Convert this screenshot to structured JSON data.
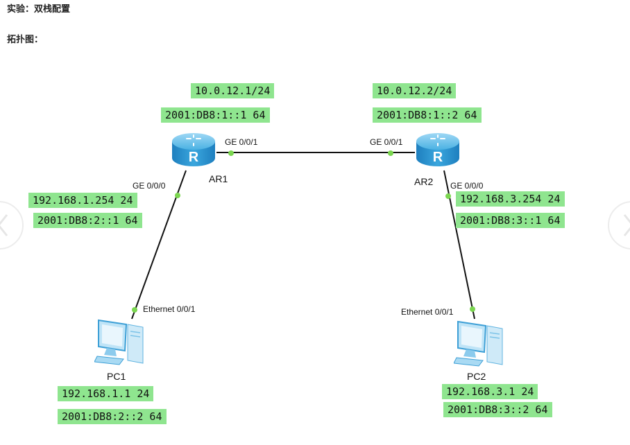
{
  "page": {
    "title": "实验：双栈配置",
    "subtitle": "拓扑图："
  },
  "colors": {
    "label_bg": "#8fe58f",
    "link": "#111111",
    "port_dot": "#7bd650",
    "router_blue": "#2f9fd8"
  },
  "devices": {
    "ar1": {
      "name": "AR1",
      "icon": "router-icon"
    },
    "ar2": {
      "name": "AR2",
      "icon": "router-icon"
    },
    "pc1": {
      "name": "PC1",
      "icon": "pc-icon"
    },
    "pc2": {
      "name": "PC2",
      "icon": "pc-icon"
    }
  },
  "ports": {
    "ar1_g001": "GE 0/0/1",
    "ar2_g001": "GE 0/0/1",
    "ar1_g000": "GE 0/0/0",
    "ar2_g000": "GE 0/0/0",
    "pc1_eth": "Ethernet 0/0/1",
    "pc2_eth": "Ethernet 0/0/1"
  },
  "addresses": {
    "ar1_wan_v4": "10.0.12.1/24",
    "ar1_wan_v6": "2001:DB8:1::1 64",
    "ar2_wan_v4": "10.0.12.2/24",
    "ar2_wan_v6": "2001:DB8:1::2 64",
    "ar1_lan_v4": "192.168.1.254 24",
    "ar1_lan_v6": "2001:DB8:2::1 64",
    "ar2_lan_v4": "192.168.3.254 24",
    "ar2_lan_v6": "2001:DB8:3::1 64",
    "pc1_v4": "192.168.1.1 24",
    "pc1_v6": "2001:DB8:2::2 64",
    "pc2_v4": "192.168.3.1 24",
    "pc2_v6": "2001:DB8:3::2 64"
  },
  "links": [
    {
      "from": "AR1 GE 0/0/1",
      "to": "AR2 GE 0/0/1"
    },
    {
      "from": "AR1 GE 0/0/0",
      "to": "PC1 Ethernet 0/0/1"
    },
    {
      "from": "AR2 GE 0/0/0",
      "to": "PC2 Ethernet 0/0/1"
    }
  ]
}
